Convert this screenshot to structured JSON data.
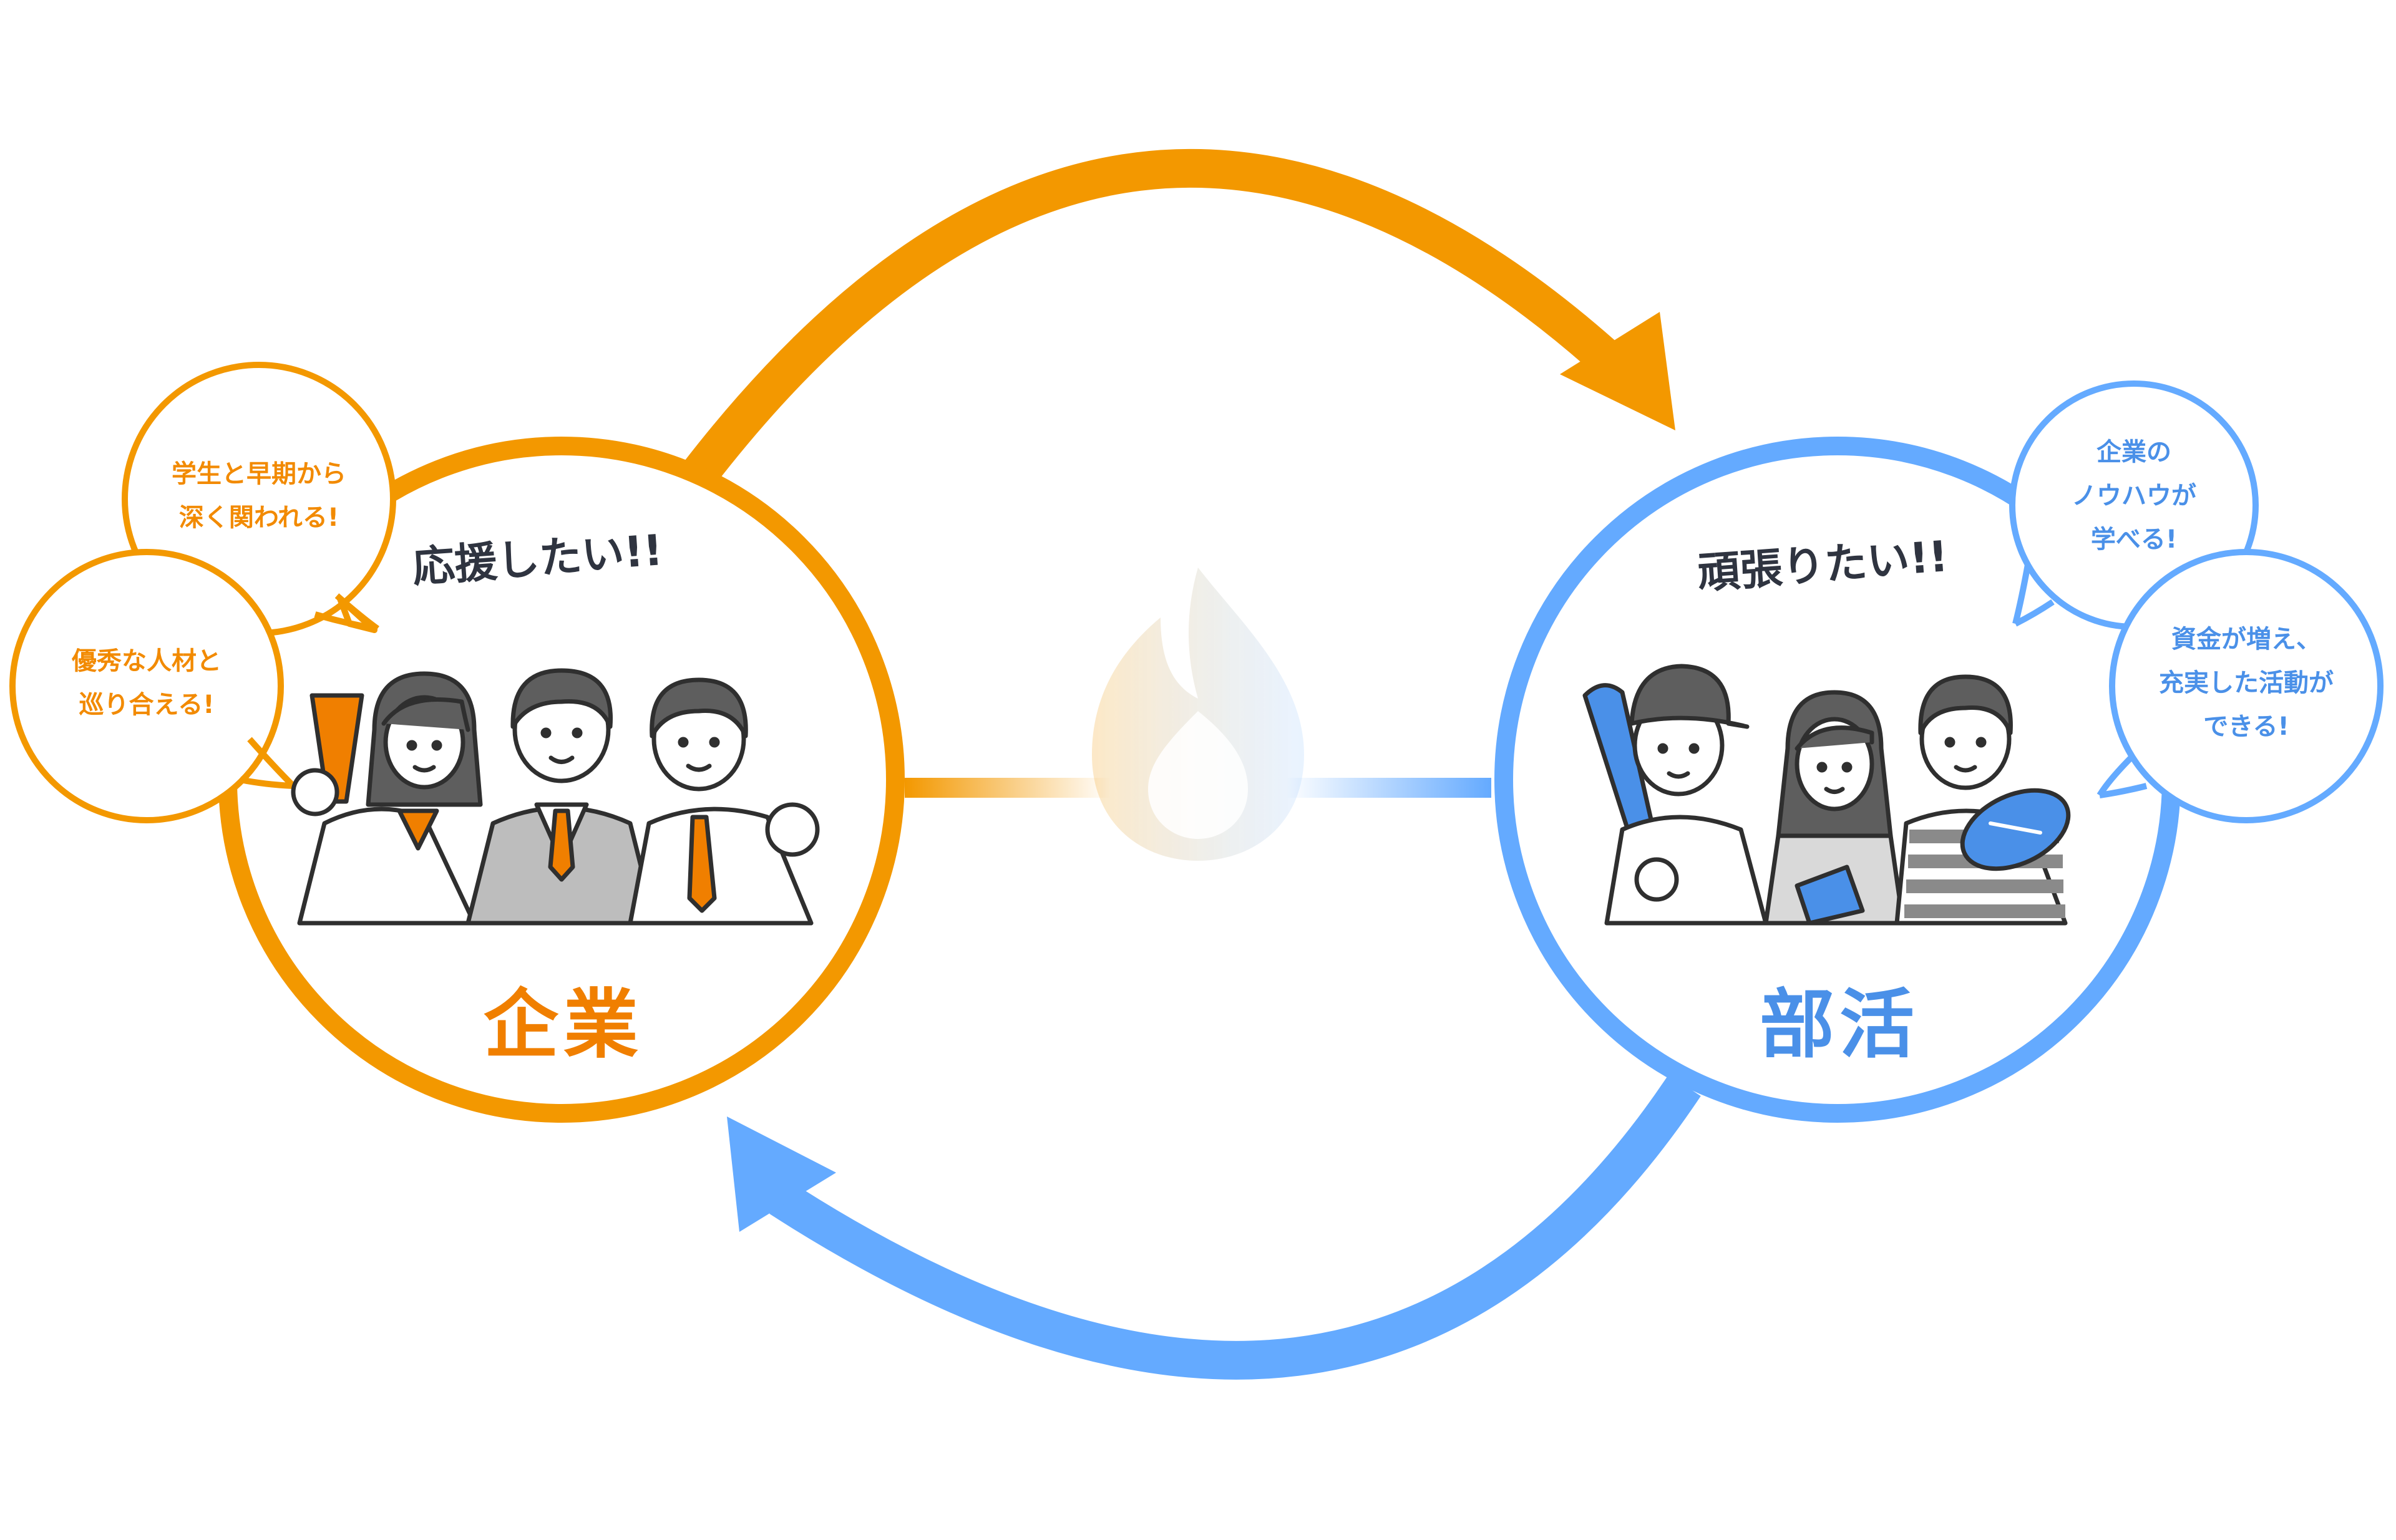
{
  "company": {
    "label": "企業",
    "catchphrase": "応援したい!!",
    "bubble_top": [
      "学生と早期から",
      "深く関われる!"
    ],
    "bubble_left": [
      "優秀な人材と",
      "巡り合える!"
    ],
    "color": "#f39800"
  },
  "club": {
    "label": "部活",
    "catchphrase": "頑張りたい!!",
    "bubble_top": [
      "企業の",
      "ノウハウが",
      "学べる!"
    ],
    "bubble_right": [
      "資金が増え、",
      "充実した活動が",
      "できる!"
    ],
    "color": "#64aaff"
  },
  "colors": {
    "orange": "#f39800",
    "orange_text": "#f07f00",
    "blue": "#64aaff",
    "blue_text": "#4a90e8",
    "dark_text": "#2f3440"
  },
  "icons": [
    "flame-icon",
    "megaphone-icon",
    "baseball-bat-icon",
    "rugby-ball-icon",
    "book-icon"
  ]
}
